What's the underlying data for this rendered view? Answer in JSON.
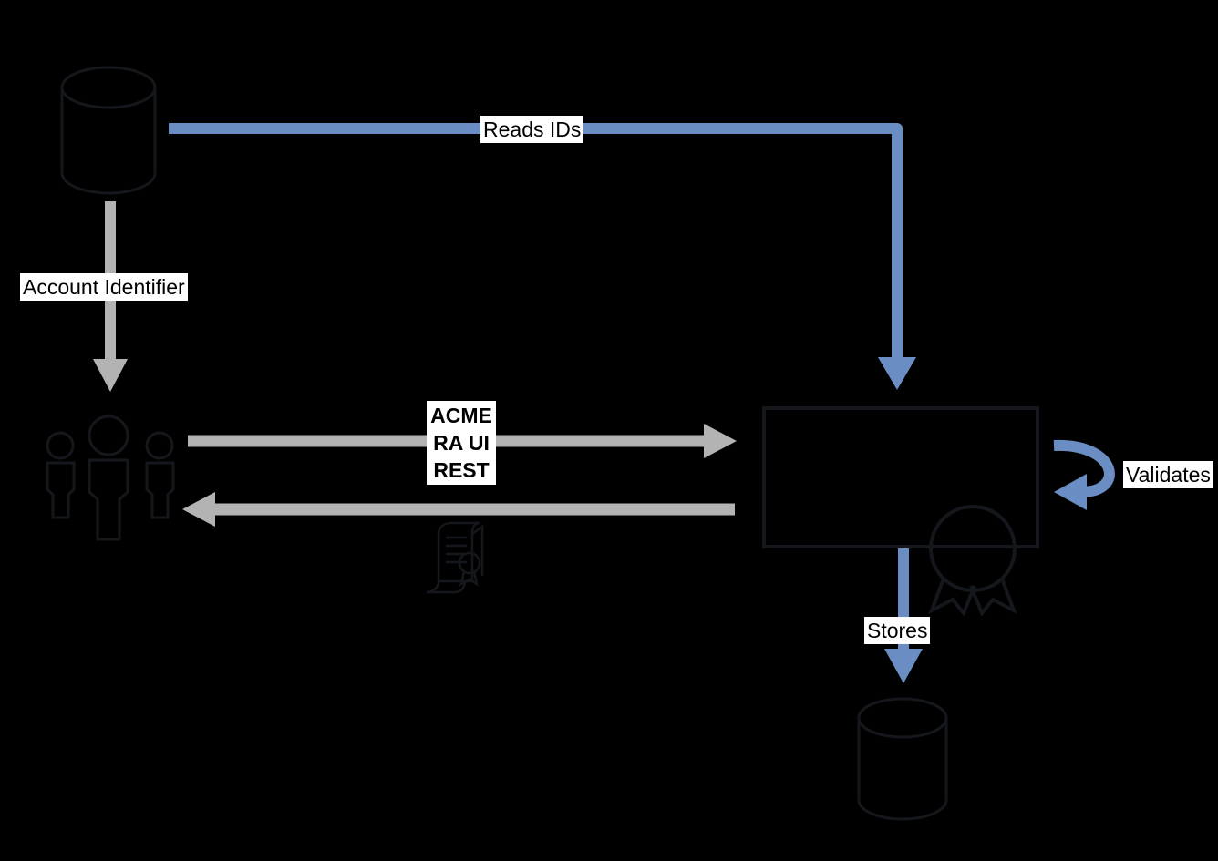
{
  "diagram": {
    "type": "flow-diagram",
    "background_color": "#000000",
    "accent_blue": "#6a8ec4",
    "accent_gray": "#b3b3b3",
    "stroke_dark": "#0d0f14",
    "nodes": [
      {
        "id": "source-database",
        "name": "source-database-cylinder",
        "shape": "cylinder",
        "label": ""
      },
      {
        "id": "actors",
        "name": "users-group",
        "shape": "actors",
        "label": ""
      },
      {
        "id": "certificate-doc",
        "name": "certificate-document",
        "shape": "document",
        "label": ""
      },
      {
        "id": "ra-service",
        "name": "ra-service-box",
        "shape": "rectangle",
        "label": ""
      },
      {
        "id": "certificate-seal",
        "name": "certificate-seal",
        "shape": "award",
        "label": ""
      },
      {
        "id": "target-database",
        "name": "target-database-cylinder",
        "shape": "cylinder",
        "label": ""
      }
    ],
    "edges": [
      {
        "id": "reads-ids",
        "label": "Reads IDs",
        "color": "#6a8ec4",
        "from": "source-database",
        "to": "ra-service"
      },
      {
        "id": "account-identifier",
        "label": "Account Identifier",
        "color": "#b3b3b3",
        "from": "source-database",
        "to": "actors"
      },
      {
        "id": "acme-ra-ui-rest",
        "label": "ACME\nRA UI\nREST",
        "color": "#b3b3b3",
        "from": "actors",
        "to": "ra-service"
      },
      {
        "id": "response",
        "label": "",
        "color": "#b3b3b3",
        "from": "ra-service",
        "to": "actors"
      },
      {
        "id": "validates",
        "label": "Validates",
        "color": "#6a8ec4",
        "from": "ra-service",
        "to": "ra-service"
      },
      {
        "id": "stores",
        "label": "Stores",
        "color": "#6a8ec4",
        "from": "ra-service",
        "to": "target-database"
      }
    ],
    "labels": {
      "reads_ids": "Reads IDs",
      "account_identifier": "Account Identifier",
      "acme_line1": "ACME",
      "acme_line2": "RA UI",
      "acme_line3": "REST",
      "validates": "Validates",
      "stores": "Stores"
    }
  }
}
